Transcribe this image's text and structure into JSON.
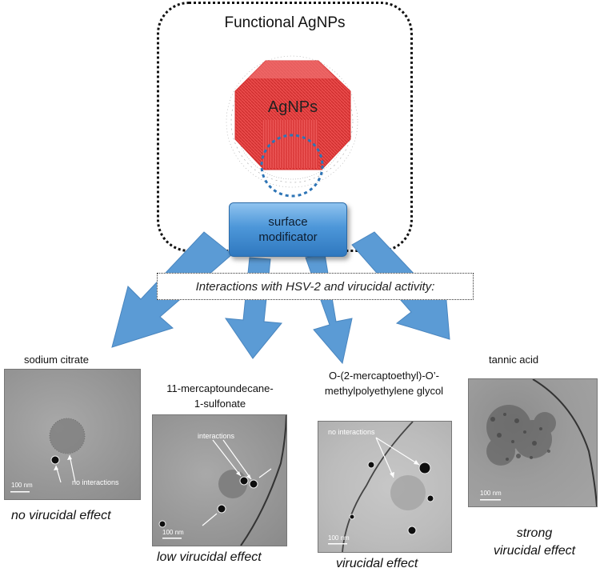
{
  "title": "Functional AgNPs",
  "particle_label": "AgNPs",
  "surface_modificator": [
    "surface",
    "modificator"
  ],
  "interactions_heading": "Interactions with HSV-2 and virucidal activity:",
  "panels": [
    {
      "compound": [
        "sodium citrate"
      ],
      "annotation": "no interactions",
      "scale_bar": "100 nm",
      "effect": [
        "no virucidal effect"
      ]
    },
    {
      "compound": [
        "11-mercaptoundecane-",
        "1-sulfonate"
      ],
      "annotation": "interactions",
      "scale_bar": "100 nm",
      "effect": [
        "low virucidal effect"
      ]
    },
    {
      "compound": [
        "O-(2-mercaptoethyl)-O’-",
        "methylpolyethylene glycol"
      ],
      "annotation": "no interactions",
      "scale_bar": "100 nm",
      "effect": [
        "virucidal effect"
      ]
    },
    {
      "compound": [
        "tannic acid"
      ],
      "annotation": "",
      "scale_bar": "100 nm",
      "effect": [
        "strong",
        "virucidal effect"
      ]
    }
  ],
  "colors": {
    "arrow_blue": "#5b9bd5",
    "particle_red": "#e83a3a",
    "dotted_circle": "#2e75b6",
    "button_blue": "#4d97d9"
  }
}
